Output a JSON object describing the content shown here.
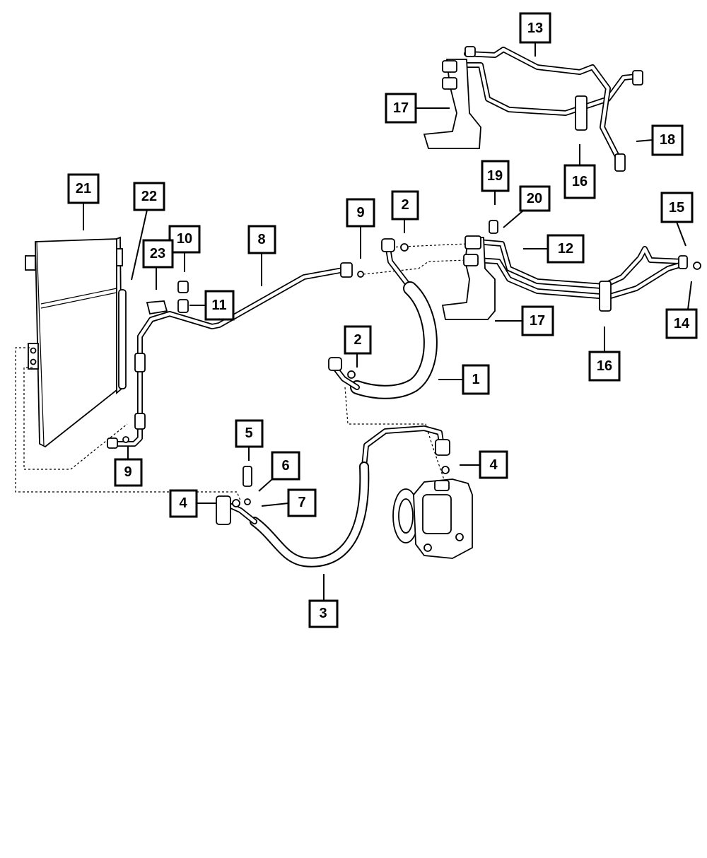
{
  "callouts": [
    {
      "id": "1",
      "label": "1"
    },
    {
      "id": "2a",
      "label": "2"
    },
    {
      "id": "2b",
      "label": "2"
    },
    {
      "id": "3",
      "label": "3"
    },
    {
      "id": "4a",
      "label": "4"
    },
    {
      "id": "4b",
      "label": "4"
    },
    {
      "id": "5",
      "label": "5"
    },
    {
      "id": "6",
      "label": "6"
    },
    {
      "id": "7",
      "label": "7"
    },
    {
      "id": "8",
      "label": "8"
    },
    {
      "id": "9a",
      "label": "9"
    },
    {
      "id": "9b",
      "label": "9"
    },
    {
      "id": "10",
      "label": "10"
    },
    {
      "id": "11",
      "label": "11"
    },
    {
      "id": "12",
      "label": "12"
    },
    {
      "id": "13",
      "label": "13"
    },
    {
      "id": "14",
      "label": "14"
    },
    {
      "id": "15",
      "label": "15"
    },
    {
      "id": "16a",
      "label": "16"
    },
    {
      "id": "16b",
      "label": "16"
    },
    {
      "id": "17a",
      "label": "17"
    },
    {
      "id": "17b",
      "label": "17"
    },
    {
      "id": "18",
      "label": "18"
    },
    {
      "id": "19",
      "label": "19"
    },
    {
      "id": "20",
      "label": "20"
    },
    {
      "id": "21",
      "label": "21"
    },
    {
      "id": "22",
      "label": "22"
    },
    {
      "id": "23",
      "label": "23"
    }
  ]
}
